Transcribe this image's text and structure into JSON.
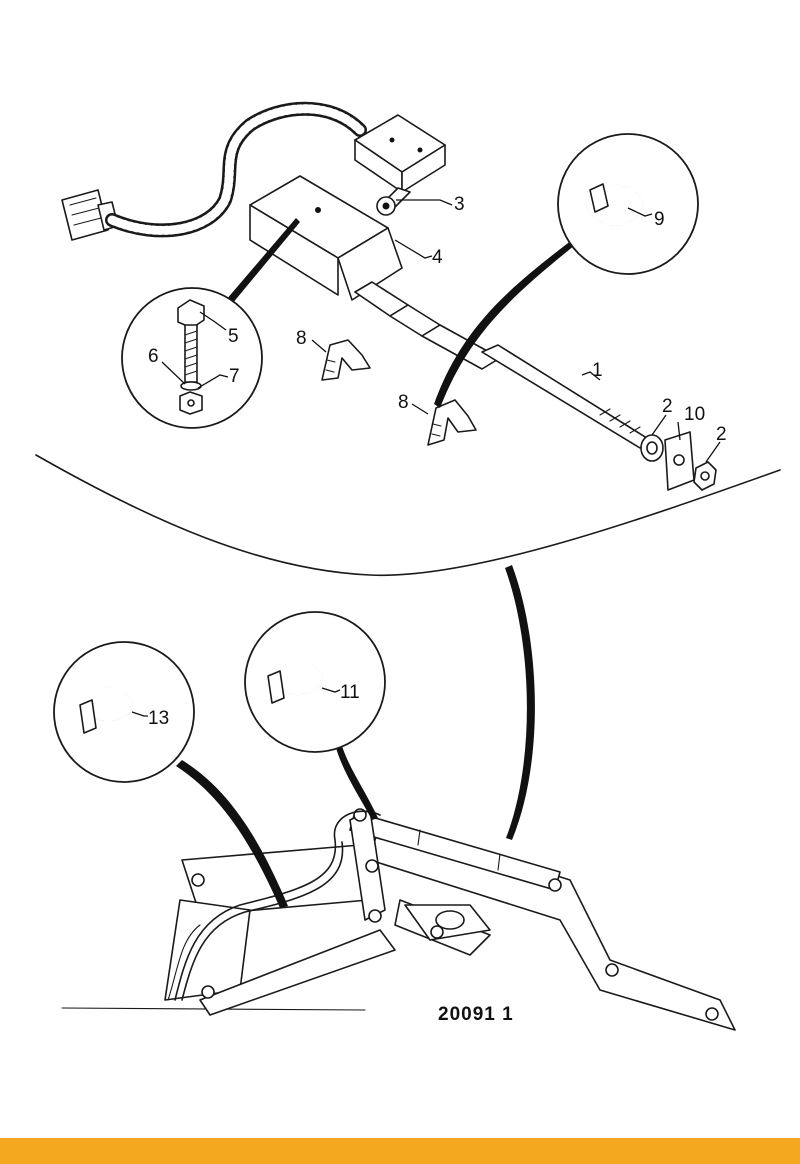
{
  "diagram": {
    "figure_number": "20091 1",
    "callouts": {
      "c1": "1",
      "c2a": "2",
      "c2b": "2",
      "c3": "3",
      "c4": "4",
      "c5": "5",
      "c6": "6",
      "c7": "7",
      "c8a": "8",
      "c8b": "8",
      "c9": "9",
      "c10": "10",
      "c11": "11",
      "c13": "13"
    }
  },
  "colors": {
    "bottom_bar": "#f3a81f",
    "line": "#1a1a1a",
    "background": "#ffffff"
  }
}
